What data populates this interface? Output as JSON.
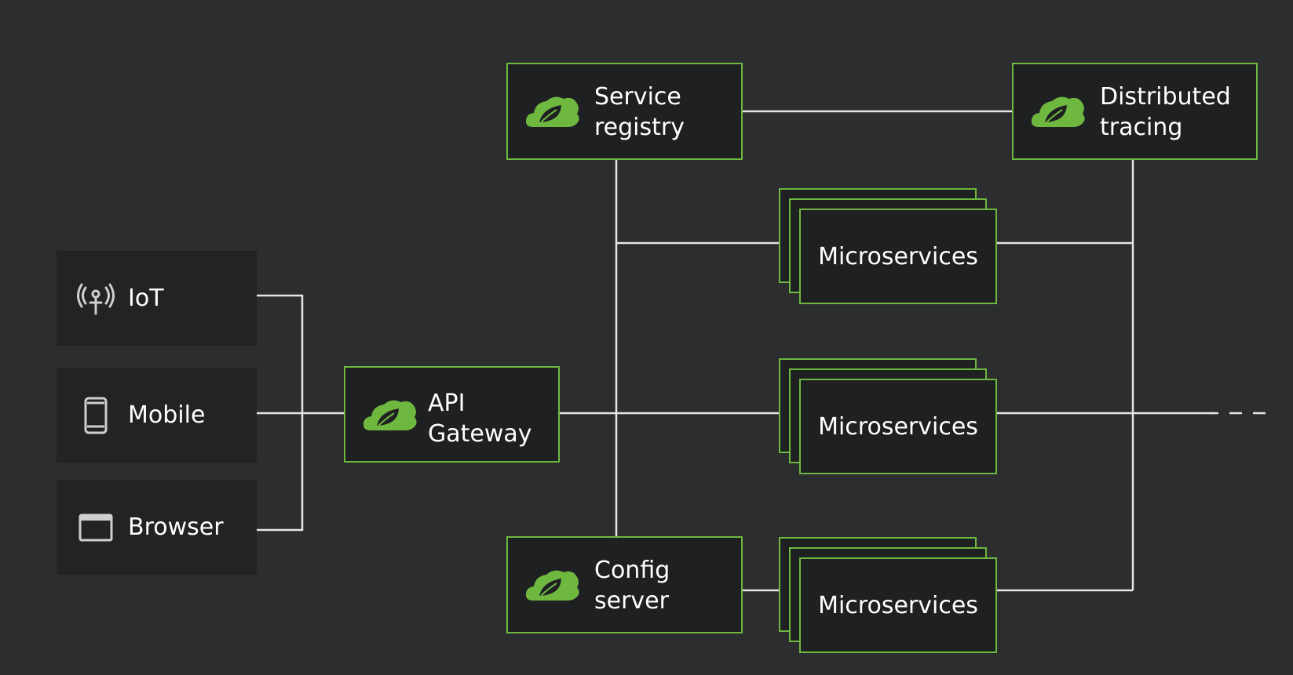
{
  "colors": {
    "background": "#2b2d2f",
    "client_box": "#212325",
    "service_box": "#1e2022",
    "accent_green": "#6fb83f",
    "wire": "#e6e6e6"
  },
  "clients": [
    {
      "label": "IoT",
      "icon": "antenna-icon"
    },
    {
      "label": "Mobile",
      "icon": "mobile-phone-icon"
    },
    {
      "label": "Browser",
      "icon": "browser-window-icon"
    }
  ],
  "api_gateway": {
    "line1": "API",
    "line2": "Gateway",
    "icon": "spring-leaf-icon"
  },
  "service_registry": {
    "line1": "Service",
    "line2": "registry",
    "icon": "spring-leaf-icon"
  },
  "distributed_tracing": {
    "line1": "Distributed",
    "line2": "tracing",
    "icon": "spring-leaf-icon"
  },
  "config_server": {
    "line1": "Config",
    "line2": "server",
    "icon": "spring-leaf-icon"
  },
  "microservices": [
    {
      "label": "Microservices"
    },
    {
      "label": "Microservices"
    },
    {
      "label": "Microservices"
    }
  ]
}
